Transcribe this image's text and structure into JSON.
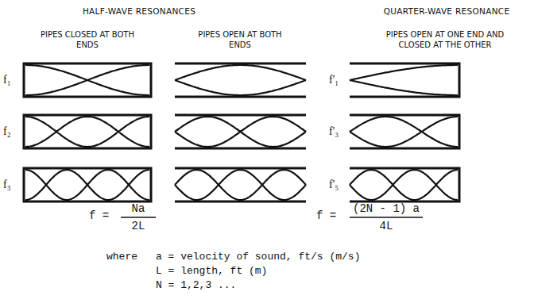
{
  "diagram": {
    "labels": [
      "HALF-WAVE RESONANCES",
      "QUARTER-WAVE RESONANCE",
      "PIPES CLOSED AT BOTH ENDS",
      "PIPES OPEN AT BOTH ENDS",
      "PIPES OPEN AT ONE END AND CLOSED AT THE OTHER",
      "f₁",
      "f₂",
      "f₃",
      "f'₁",
      "f'₃",
      "f'₅",
      "f =",
      "Na",
      "2L",
      "f =",
      "(2N - 1) a",
      "4L",
      "where",
      "a = velocity of sound, ft/s (m/s)",
      "L = length, ft (m)",
      "N = 1,2,3 ..."
    ]
  }
}
